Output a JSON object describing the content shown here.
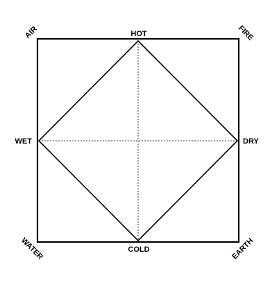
{
  "diagram": {
    "qualities": {
      "top": "HOT",
      "bottom": "COLD",
      "left": "WET",
      "right": "DRY"
    },
    "elements": {
      "top_left": "AIR",
      "top_right": "FIRE",
      "bottom_left": "WATER",
      "bottom_right": "EARTH"
    },
    "colors": {
      "stroke": "#000000",
      "background": "#ffffff"
    }
  }
}
